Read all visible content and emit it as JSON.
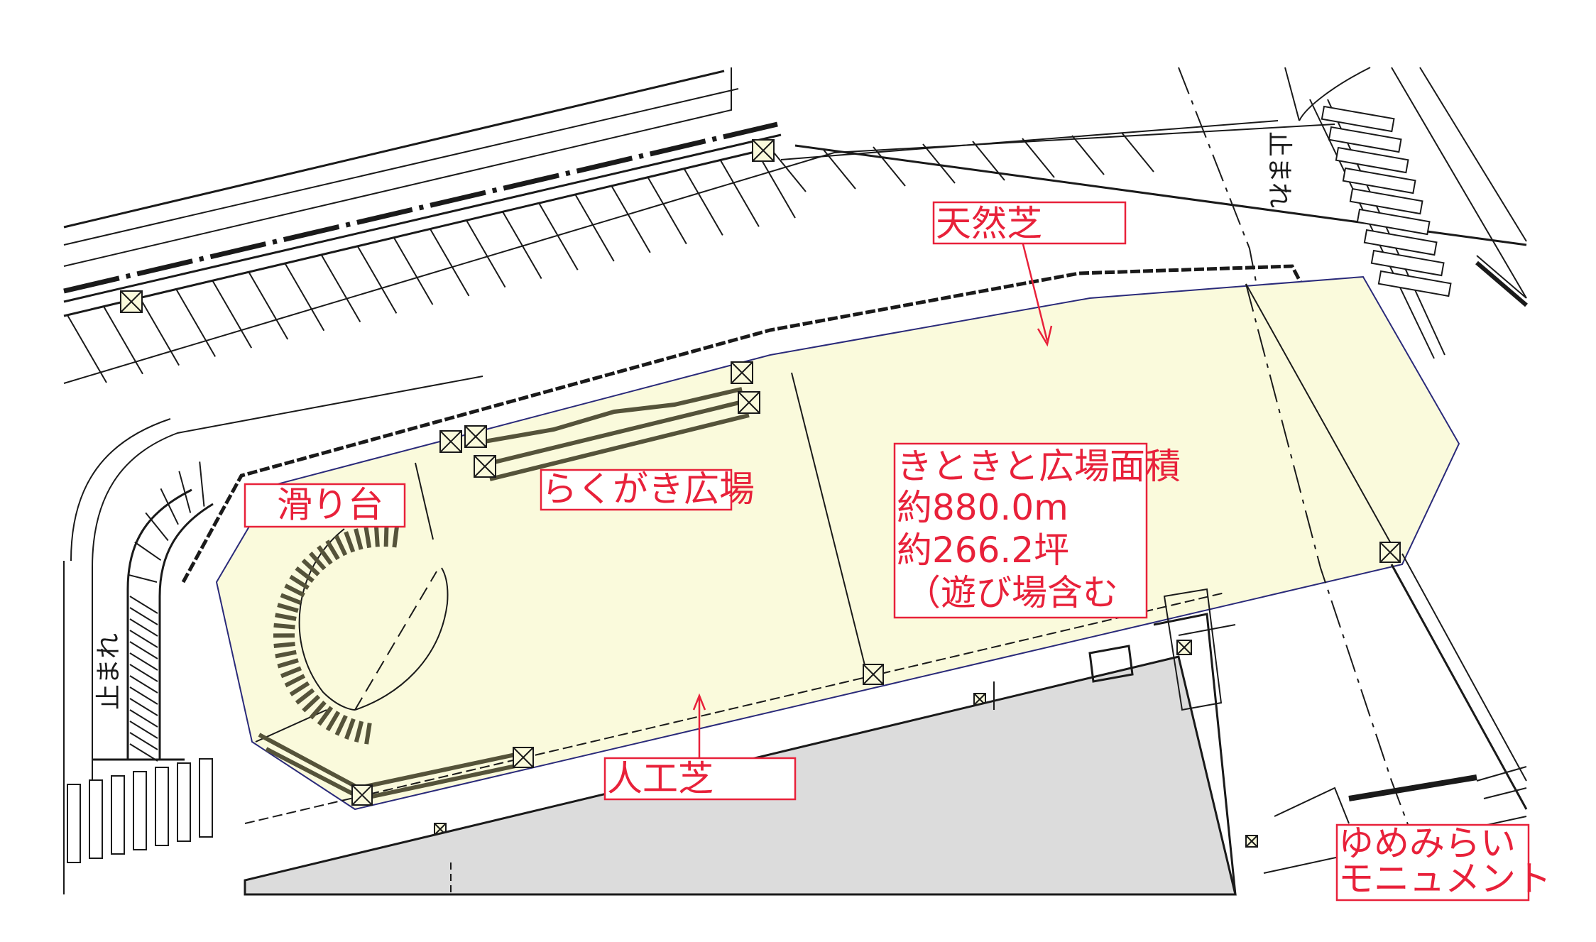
{
  "plan": {
    "labels": {
      "natural_turf": "天然芝",
      "artificial_turf": "人工芝",
      "slide": "滑り台",
      "rakugaki": "らくがき広場",
      "area_title": "きときと広場面積",
      "area_m2": "約880.0m",
      "area_tsubo": "約266.2坪",
      "area_note": "（遊び場含む",
      "monument_line1": "ゆめみらい",
      "monument_line2": "モニュメント"
    },
    "road_marks": {
      "stop_north": "止まれ",
      "stop_west": "止まれ"
    },
    "colors": {
      "label_red": "#e8213a",
      "plaza_fill": "#fafadc",
      "building_fill": "#dcdcdc",
      "line": "#1a1a1a",
      "olive": "#55533a"
    }
  }
}
